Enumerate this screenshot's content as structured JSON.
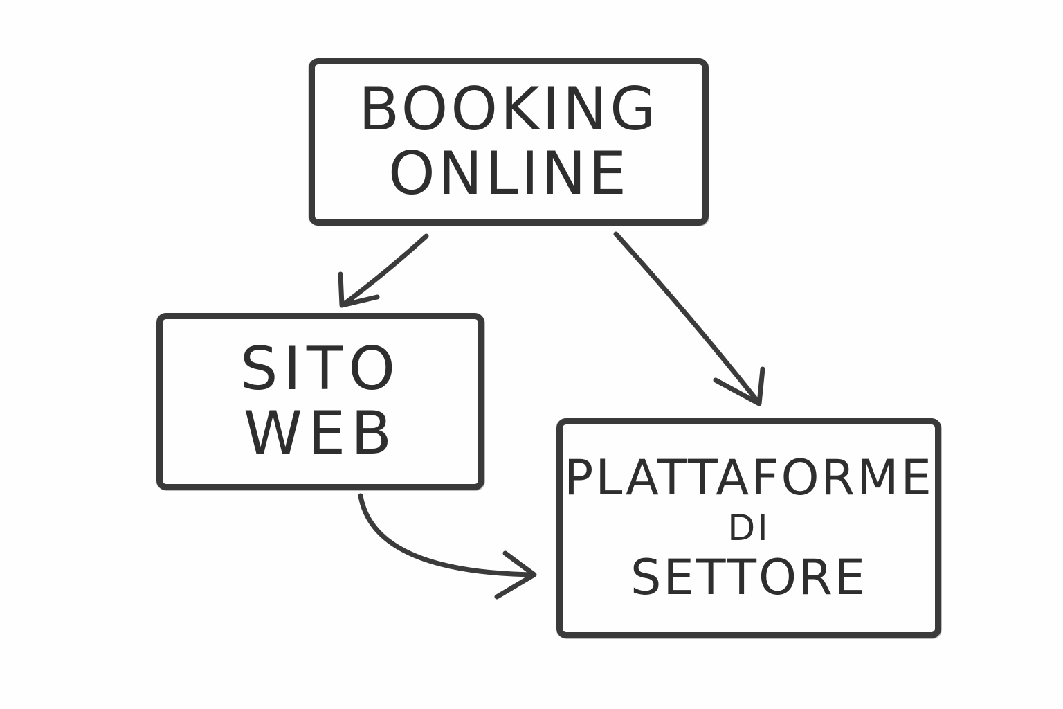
{
  "nodes": {
    "booking": {
      "line1": "BOOKING",
      "line2": "ONLINE"
    },
    "sito": {
      "line1": "SITO",
      "line2": "WEB"
    },
    "piattaforme": {
      "line1": "PLATTAFORME",
      "line2": "DI",
      "line3": "SETTORE"
    }
  },
  "edges": [
    {
      "from": "BOOKING ONLINE",
      "to": "SITO WEB"
    },
    {
      "from": "BOOKING ONLINE",
      "to": "PLATTAFORME DI SETTORE"
    },
    {
      "from": "SITO WEB",
      "to": "PLATTAFORME DI SETTORE"
    }
  ],
  "colors": {
    "stroke": "#3a3a3a",
    "background": "#fefefe"
  }
}
